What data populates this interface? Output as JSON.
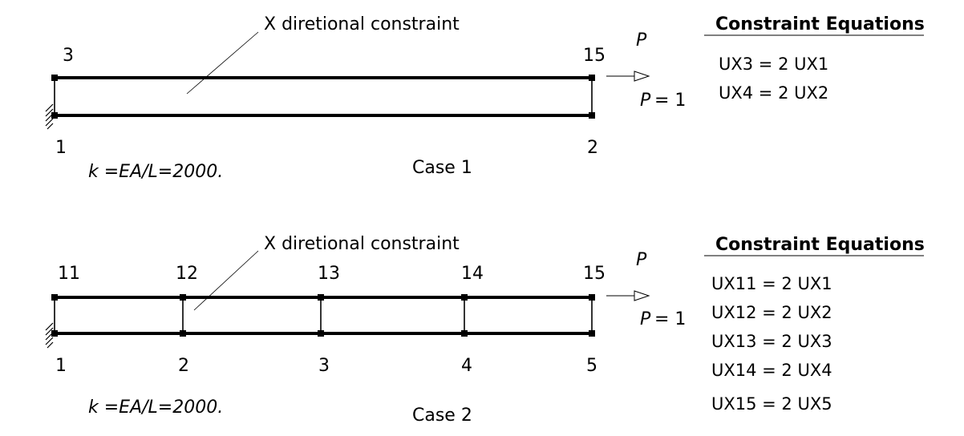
{
  "case1": {
    "constraint_label": "X diretional constraint",
    "top_nodes": [
      "3",
      "15"
    ],
    "bottom_nodes": [
      "1",
      "2"
    ],
    "load_symbol": "P",
    "load_eq_symbol": "P",
    "load_eq_value": "= 1",
    "stiffness_text": "k =EA/L=2000.",
    "case_label": "Case 1",
    "equations_title": "Constraint Equations",
    "equations": [
      "UX3 = 2 UX1",
      "UX4 = 2 UX2"
    ]
  },
  "case2": {
    "constraint_label": "X diretional constraint",
    "top_nodes": [
      "11",
      "12",
      "13",
      "14",
      "15"
    ],
    "bottom_nodes": [
      "1",
      "2",
      "3",
      "4",
      "5"
    ],
    "load_symbol": "P",
    "load_eq_symbol": "P",
    "load_eq_value": "= 1",
    "stiffness_text": "k =EA/L=2000.",
    "case_label": "Case 2",
    "equations_title": "Constraint Equations",
    "equations": [
      "UX11 = 2 UX1",
      "UX12 = 2 UX2",
      "UX13 = 2 UX3",
      "UX14 = 2 UX4",
      "UX15 = 2 UX5"
    ]
  }
}
